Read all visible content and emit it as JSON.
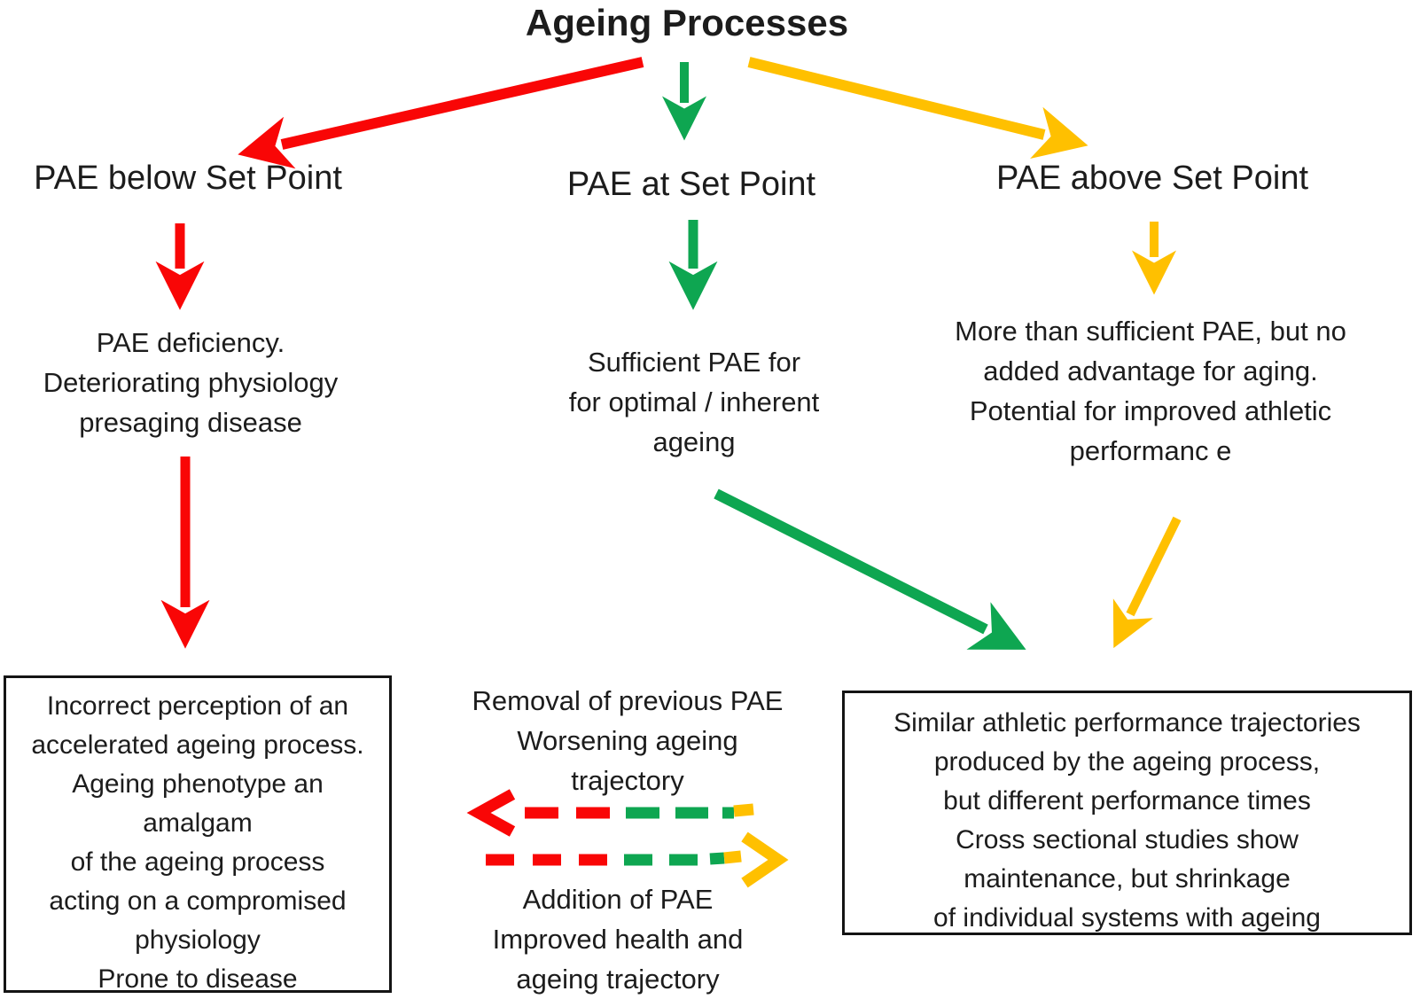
{
  "colors": {
    "red": "#f90606",
    "green": "#0ea651",
    "yellow": "#ffc000",
    "text": "#1c1c1c",
    "box_border": "#141414"
  },
  "title": "Ageing Processes",
  "branches": {
    "below_set_point": {
      "label": "PAE below Set Point",
      "description_lines": [
        "PAE deficiency.",
        "Deteriorating physiology",
        "presaging disease"
      ],
      "outcome_box_lines": [
        "Incorrect perception of an",
        "accelerated ageing process.",
        "Ageing phenotype an",
        "amalgam",
        "of the ageing process",
        "acting on a compromised",
        "physiology",
        "Prone to disease"
      ]
    },
    "at_set_point": {
      "label": "PAE at Set Point",
      "description_lines": [
        "Sufficient PAE for",
        "for optimal / inherent",
        "ageing"
      ]
    },
    "above_set_point": {
      "label": "PAE above Set Point",
      "description_lines": [
        "More than sufficient PAE, but no",
        "added advantage for aging.",
        "Potential for improved athletic",
        "performanc e"
      ]
    }
  },
  "trajectory_legend": {
    "removal_lines": [
      "Removal of previous PAE",
      "Worsening ageing",
      "trajectory"
    ],
    "addition_lines": [
      "Addition of PAE",
      "Improved health and",
      "ageing trajectory"
    ]
  },
  "shared_outcome_box_lines": [
    "Similar athletic performance trajectories",
    "produced by the ageing process,",
    "but different performance times",
    "Cross sectional studies show",
    "maintenance, but shrinkage",
    "of individual systems with ageing"
  ]
}
